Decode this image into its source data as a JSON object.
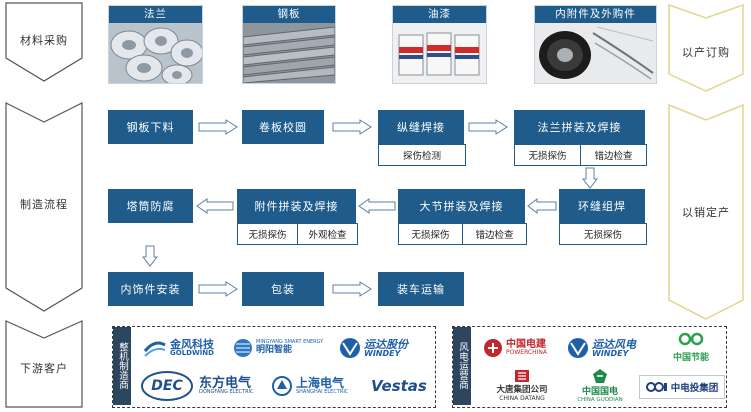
{
  "stages": {
    "materials": "材料采购",
    "manufacturing": "制造流程",
    "customers": "下游客户"
  },
  "materials": [
    {
      "title": "法兰",
      "icon": "flange-photo"
    },
    {
      "title": "钢板",
      "icon": "steel-plate-photo"
    },
    {
      "title": "油漆",
      "icon": "paint-cans-photo"
    },
    {
      "title": "内附件及外购件",
      "icon": "internals-photo"
    }
  ],
  "right": {
    "order_by_production": "以产订购",
    "production_by_sales": "以销定产"
  },
  "process": {
    "row1": [
      "钢板下料",
      "卷板校圆",
      "纵缝焊接",
      "法兰拼装及焊接"
    ],
    "row1_checks": {
      "seam": [
        "探伤检测"
      ],
      "flange": [
        "无损探伤",
        "错边检查"
      ]
    },
    "row2": [
      "塔筒防腐",
      "附件拼装及焊接",
      "大节拼装及焊接",
      "环缝组焊"
    ],
    "row2_checks": {
      "attach": [
        "无损探伤",
        "外观检查"
      ],
      "section": [
        "无损探伤",
        "错边检查"
      ],
      "ring": [
        "无损探伤"
      ]
    },
    "row3": [
      "内饰件安装",
      "包装",
      "装车运输"
    ]
  },
  "customers": {
    "turbine_tag": "整机制造商",
    "wind_tag": "风电运营商",
    "turbine_logos": [
      {
        "name": "金风科技",
        "sub": "GOLDWIND",
        "color": "#1f5fa8"
      },
      {
        "name": "明阳智能",
        "sub": "MINGYANG SMART ENERGY",
        "color": "#1f5fa8"
      },
      {
        "name": "运达股份",
        "sub": "WINDEY",
        "color": "#1f5fa8"
      },
      {
        "name": "DEC",
        "sub": "",
        "color": "#1f4f8f"
      },
      {
        "name": "东方电气",
        "sub": "DONGFANG ELECTRIC",
        "color": "#1f4f8f"
      },
      {
        "name": "上海电气",
        "sub": "SHANGHAI ELECTRIC",
        "color": "#1f5fa8"
      },
      {
        "name": "Vestas",
        "sub": "",
        "color": "#1f4f8f"
      }
    ],
    "wind_logos": [
      {
        "name": "中国电建",
        "sub": "POWERCHINA",
        "color": "#c1272d"
      },
      {
        "name": "运达风电",
        "sub": "WINDEY",
        "color": "#1f5fa8"
      },
      {
        "name": "中国节能",
        "sub": "",
        "color": "#2aa050"
      },
      {
        "name": "大唐集团公司",
        "sub": "CHINA DATANG",
        "color": "#c1272d"
      },
      {
        "name": "中国国电",
        "sub": "CHINA GUODIAN",
        "color": "#1f8a4c"
      },
      {
        "name": "中电投集团",
        "sub": "",
        "color": "#1f3f7f"
      }
    ]
  },
  "colors": {
    "box": "#1f5c8c",
    "arrow_fill": "#ffffff",
    "arrow_stroke": "#5b7fa8",
    "chevron_stroke": "#555555",
    "right_chevron": "#e6dd9c"
  }
}
